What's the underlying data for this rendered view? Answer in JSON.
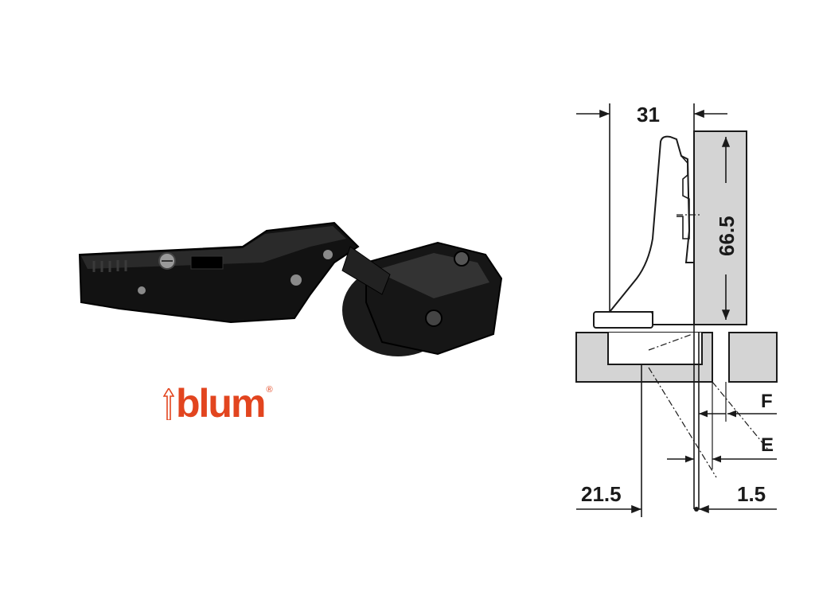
{
  "brand": {
    "name": "blum",
    "registered_mark": "®",
    "color": "#e2451f"
  },
  "product": {
    "image": "black concealed cabinet hinge"
  },
  "drawing": {
    "dimensions": {
      "width_top": "31",
      "cup_height": "66.5",
      "bottom_left": "21.5",
      "bottom_right": "1.5"
    },
    "labels": {
      "f": "F",
      "e": "E"
    },
    "colors": {
      "panel_fill": "#d4d4d4",
      "line": "#1a1a1a"
    }
  }
}
